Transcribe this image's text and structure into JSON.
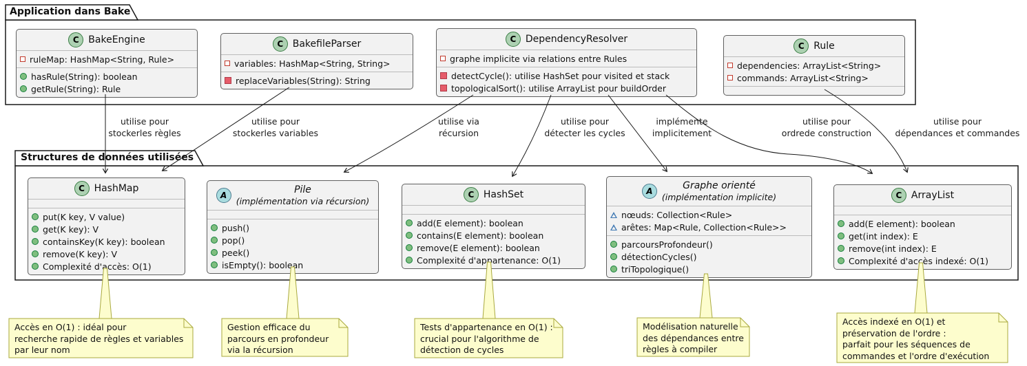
{
  "colors": {
    "class_bg": "#F2F2F2",
    "class_border": "#5F5F5F",
    "package_border": "#181818",
    "note_bg": "#FDFDCD",
    "note_border": "#A9A93D",
    "public_method_icon": "#7FBE7F",
    "private_icon": "#C1392B",
    "package_visibility_icon": "#3E78B3",
    "class_stereotype_bg": "#ADD1B2",
    "abstract_stereotype_bg": "#A9DCDF",
    "edge": "#181818"
  },
  "packages": {
    "app": {
      "title": "Application dans Bake"
    },
    "ds": {
      "title": "Structures de données utilisées"
    }
  },
  "classes": {
    "bakeEngine": {
      "stereo": "C",
      "name": "BakeEngine",
      "attributes": [
        {
          "v": "private-field",
          "text": "ruleMap: HashMap<String, Rule>"
        }
      ],
      "methods": [
        {
          "v": "public-method",
          "text": "hasRule(String): boolean"
        },
        {
          "v": "public-method",
          "text": "getRule(String): Rule"
        }
      ]
    },
    "bakefileParser": {
      "stereo": "C",
      "name": "BakefileParser",
      "attributes": [
        {
          "v": "private-field",
          "text": "variables: HashMap<String, String>"
        }
      ],
      "methods": [
        {
          "v": "private-method",
          "text": "replaceVariables(String): String"
        }
      ]
    },
    "dependencyResolver": {
      "stereo": "C",
      "name": "DependencyResolver",
      "attributes": [
        {
          "v": "private-field",
          "text": "graphe implicite via relations entre Rules"
        }
      ],
      "methods": [
        {
          "v": "private-method",
          "text": "detectCycle(): utilise HashSet pour visited et stack"
        },
        {
          "v": "private-method",
          "text": "topologicalSort(): utilise ArrayList pour buildOrder"
        }
      ]
    },
    "rule": {
      "stereo": "C",
      "name": "Rule",
      "attributes": [
        {
          "v": "private-field",
          "text": "dependencies: ArrayList<String>"
        },
        {
          "v": "private-field",
          "text": "commands: ArrayList<String>"
        }
      ],
      "methods": []
    },
    "hashMap": {
      "stereo": "C",
      "name": "HashMap",
      "attributes": [],
      "methods": [
        {
          "v": "public-method",
          "text": "put(K key, V value)"
        },
        {
          "v": "public-method",
          "text": "get(K key): V"
        },
        {
          "v": "public-method",
          "text": "containsKey(K key): boolean"
        },
        {
          "v": "public-method",
          "text": "remove(K key): V"
        },
        {
          "v": "public-method",
          "text": "Complexité d'accès: O(1)"
        }
      ]
    },
    "pile": {
      "stereo": "A",
      "name": "Pile",
      "subtitle": "(implémentation via récursion)",
      "attributes": [],
      "methods": [
        {
          "v": "public-method",
          "text": "push()"
        },
        {
          "v": "public-method",
          "text": "pop()"
        },
        {
          "v": "public-method",
          "text": "peek()"
        },
        {
          "v": "public-method",
          "text": "isEmpty(): boolean"
        }
      ]
    },
    "hashSet": {
      "stereo": "C",
      "name": "HashSet",
      "attributes": [],
      "methods": [
        {
          "v": "public-method",
          "text": "add(E element): boolean"
        },
        {
          "v": "public-method",
          "text": "contains(E element): boolean"
        },
        {
          "v": "public-method",
          "text": "remove(E element): boolean"
        },
        {
          "v": "public-method",
          "text": "Complexité d'appartenance: O(1)"
        }
      ]
    },
    "grapheOriente": {
      "stereo": "A",
      "name": "Graphe orienté",
      "subtitle": "(implémentation implicite)",
      "attributes": [
        {
          "v": "package-field",
          "text": "nœuds: Collection<Rule>"
        },
        {
          "v": "package-field",
          "text": "arêtes: Map<Rule, Collection<Rule>>"
        }
      ],
      "methods": [
        {
          "v": "public-method",
          "text": "parcoursProfondeur()"
        },
        {
          "v": "public-method",
          "text": "détectionCycles()"
        },
        {
          "v": "public-method",
          "text": "triTopologique()"
        }
      ]
    },
    "arrayList": {
      "stereo": "C",
      "name": "ArrayList",
      "attributes": [],
      "methods": [
        {
          "v": "public-method",
          "text": "add(E element): boolean"
        },
        {
          "v": "public-method",
          "text": "get(int index): E"
        },
        {
          "v": "public-method",
          "text": "remove(int index): E"
        },
        {
          "v": "public-method",
          "text": "Complexité d'accès indexé: O(1)"
        }
      ]
    }
  },
  "edges": [
    {
      "from": "BakeEngine",
      "to": "HashMap",
      "line1": "utilise pour",
      "line2": "stockerles règles"
    },
    {
      "from": "BakefileParser",
      "to": "HashMap",
      "line1": "utilise pour",
      "line2": "stockerles variables"
    },
    {
      "from": "DependencyResolver",
      "to": "Pile",
      "line1": "utilise via",
      "line2": "récursion"
    },
    {
      "from": "DependencyResolver",
      "to": "HashSet",
      "line1": "utilise pour",
      "line2": "détecter les cycles"
    },
    {
      "from": "DependencyResolver",
      "to": "Graphe orienté",
      "line1": "implémente",
      "line2": "implicitement"
    },
    {
      "from": "DependencyResolver",
      "to": "ArrayList",
      "line1": "utilise pour",
      "line2": "ordrede construction"
    },
    {
      "from": "Rule",
      "to": "ArrayList",
      "line1": "utilise pour",
      "line2": "dépendances et commandes"
    }
  ],
  "notes": [
    {
      "target": "HashMap",
      "lines": [
        "Accès en O(1) : idéal pour",
        "recherche rapide de règles et variables",
        "par leur nom"
      ]
    },
    {
      "target": "Pile",
      "lines": [
        "Gestion efficace du",
        "parcours en profondeur",
        "via la récursion"
      ]
    },
    {
      "target": "HashSet",
      "lines": [
        "Tests d'appartenance en O(1) :",
        "crucial pour l'algorithme de",
        "détection de cycles"
      ]
    },
    {
      "target": "Graphe orienté",
      "lines": [
        "Modélisation naturelle",
        "des dépendances entre",
        "règles à compiler"
      ]
    },
    {
      "target": "ArrayList",
      "lines": [
        "Accès indexé en O(1) et",
        "préservation de l'ordre :",
        "parfait pour les séquences de",
        "commandes et l'ordre d'exécution"
      ]
    }
  ]
}
